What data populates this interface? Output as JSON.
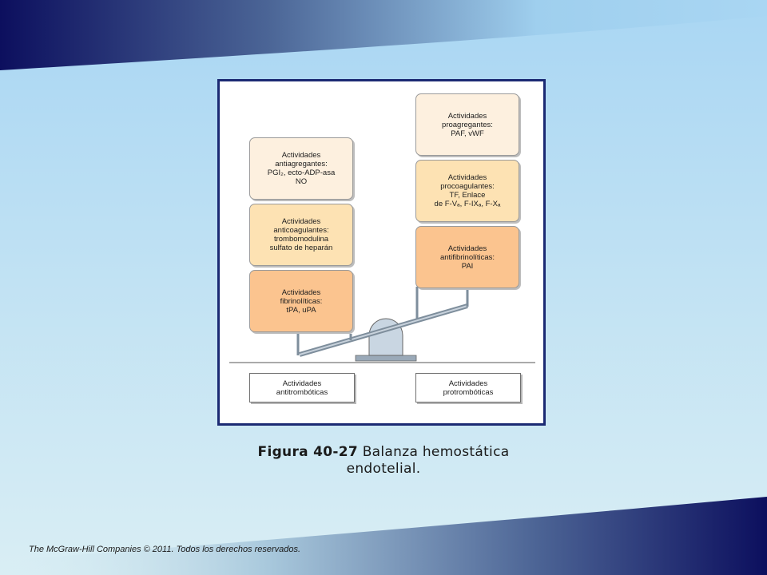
{
  "figure": {
    "left_stack": [
      {
        "lines": [
          "Actividades",
          "antiagregantes:",
          "PGI₂, ecto-ADP-asa",
          "NO"
        ],
        "color": "#fdf0df"
      },
      {
        "lines": [
          "Actividades",
          "anticoagulantes:",
          "trombomodulina",
          "sulfato de heparán"
        ],
        "color": "#fde2b3"
      },
      {
        "lines": [
          "Actividades",
          "fibrinolíticas:",
          "tPA, uPA"
        ],
        "color": "#fbc48f"
      }
    ],
    "right_stack": [
      {
        "lines": [
          "Actividades",
          "proagregantes:",
          "PAF, vWF"
        ],
        "color": "#fdf0df"
      },
      {
        "lines": [
          "Actividades",
          "procoagulantes:",
          "TF, Enlace",
          "de F-Vₐ, F-IXₐ, F-Xₐ"
        ],
        "color": "#fde2b3"
      },
      {
        "lines": [
          "Actividades",
          "antifibrinolíticas:",
          "PAI"
        ],
        "color": "#fbc48f"
      }
    ],
    "bottom_labels": {
      "left": [
        "Actividades",
        "antitrombóticas"
      ],
      "right": [
        "Actividades",
        "protrombóticas"
      ]
    }
  },
  "caption": {
    "label": "Figura 40-27",
    "text": " Balanza hemostática endotelial."
  },
  "footer": "The McGraw-Hill Companies © 2011. Todos los derechos reservados.",
  "colors": {
    "navy": "#0c0f5e",
    "frame_border": "#1b2a73",
    "fulcrum": "#c9d6e2"
  }
}
